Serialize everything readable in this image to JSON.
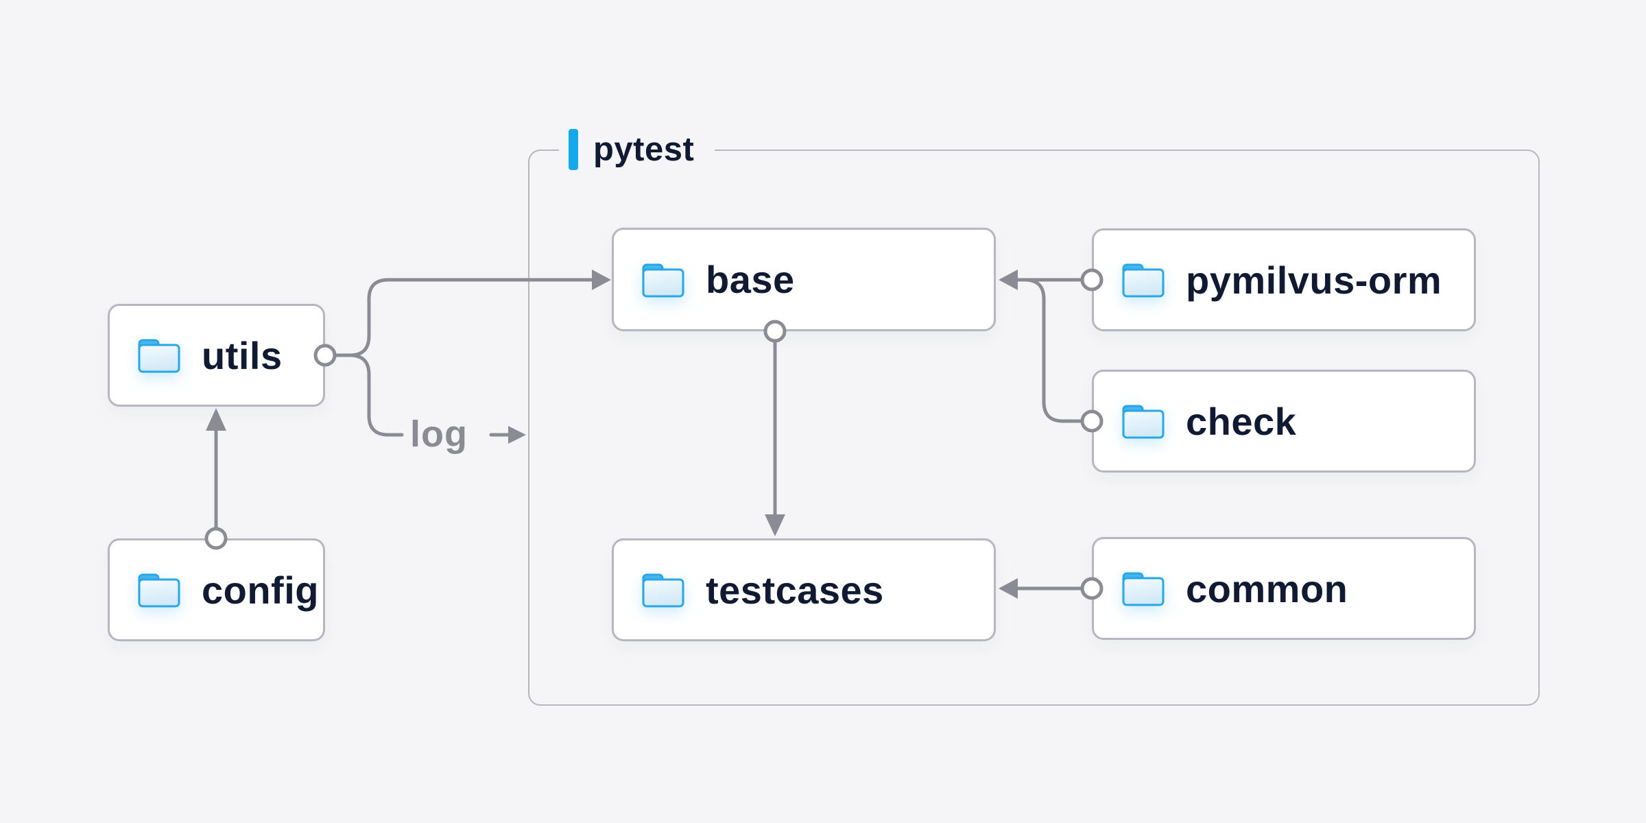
{
  "group": {
    "label": "pytest"
  },
  "nodes": {
    "utils": {
      "label": "utils"
    },
    "config": {
      "label": "config"
    },
    "base": {
      "label": "base"
    },
    "testcases": {
      "label": "testcases"
    },
    "pymilvus": {
      "label": "pymilvus-orm"
    },
    "check": {
      "label": "check"
    },
    "common": {
      "label": "common"
    }
  },
  "edges": [
    {
      "from": "config",
      "to": "utils",
      "type": "arrow"
    },
    {
      "from": "utils",
      "to": "base",
      "type": "arrow"
    },
    {
      "from": "utils",
      "to": "pytest-group",
      "type": "arrow",
      "label": "log"
    },
    {
      "from": "pymilvus-orm",
      "to": "base",
      "type": "arrow"
    },
    {
      "from": "check",
      "to": "base",
      "type": "arrow"
    },
    {
      "from": "base",
      "to": "testcases",
      "type": "arrow"
    },
    {
      "from": "common",
      "to": "testcases",
      "type": "arrow"
    }
  ],
  "edge_labels": {
    "log": "log"
  },
  "colors": {
    "background": "#f5f5f7",
    "node_fill": "#ffffff",
    "node_border": "#b6b6c2",
    "connector": "#8b8b95",
    "text": "#101b33",
    "accent_blue": "#14a9ea",
    "folder_outline": "#27a7e8",
    "folder_tab": "#49b5ee",
    "folder_body_light": "#f2fafe",
    "folder_body_dark": "#d2e9f7"
  }
}
